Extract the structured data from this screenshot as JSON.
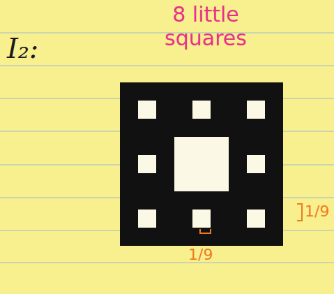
{
  "diagram": {
    "labels": [
      "I₂:",
      "8 little squares",
      "1/9",
      "1/9"
    ]
  }
}
